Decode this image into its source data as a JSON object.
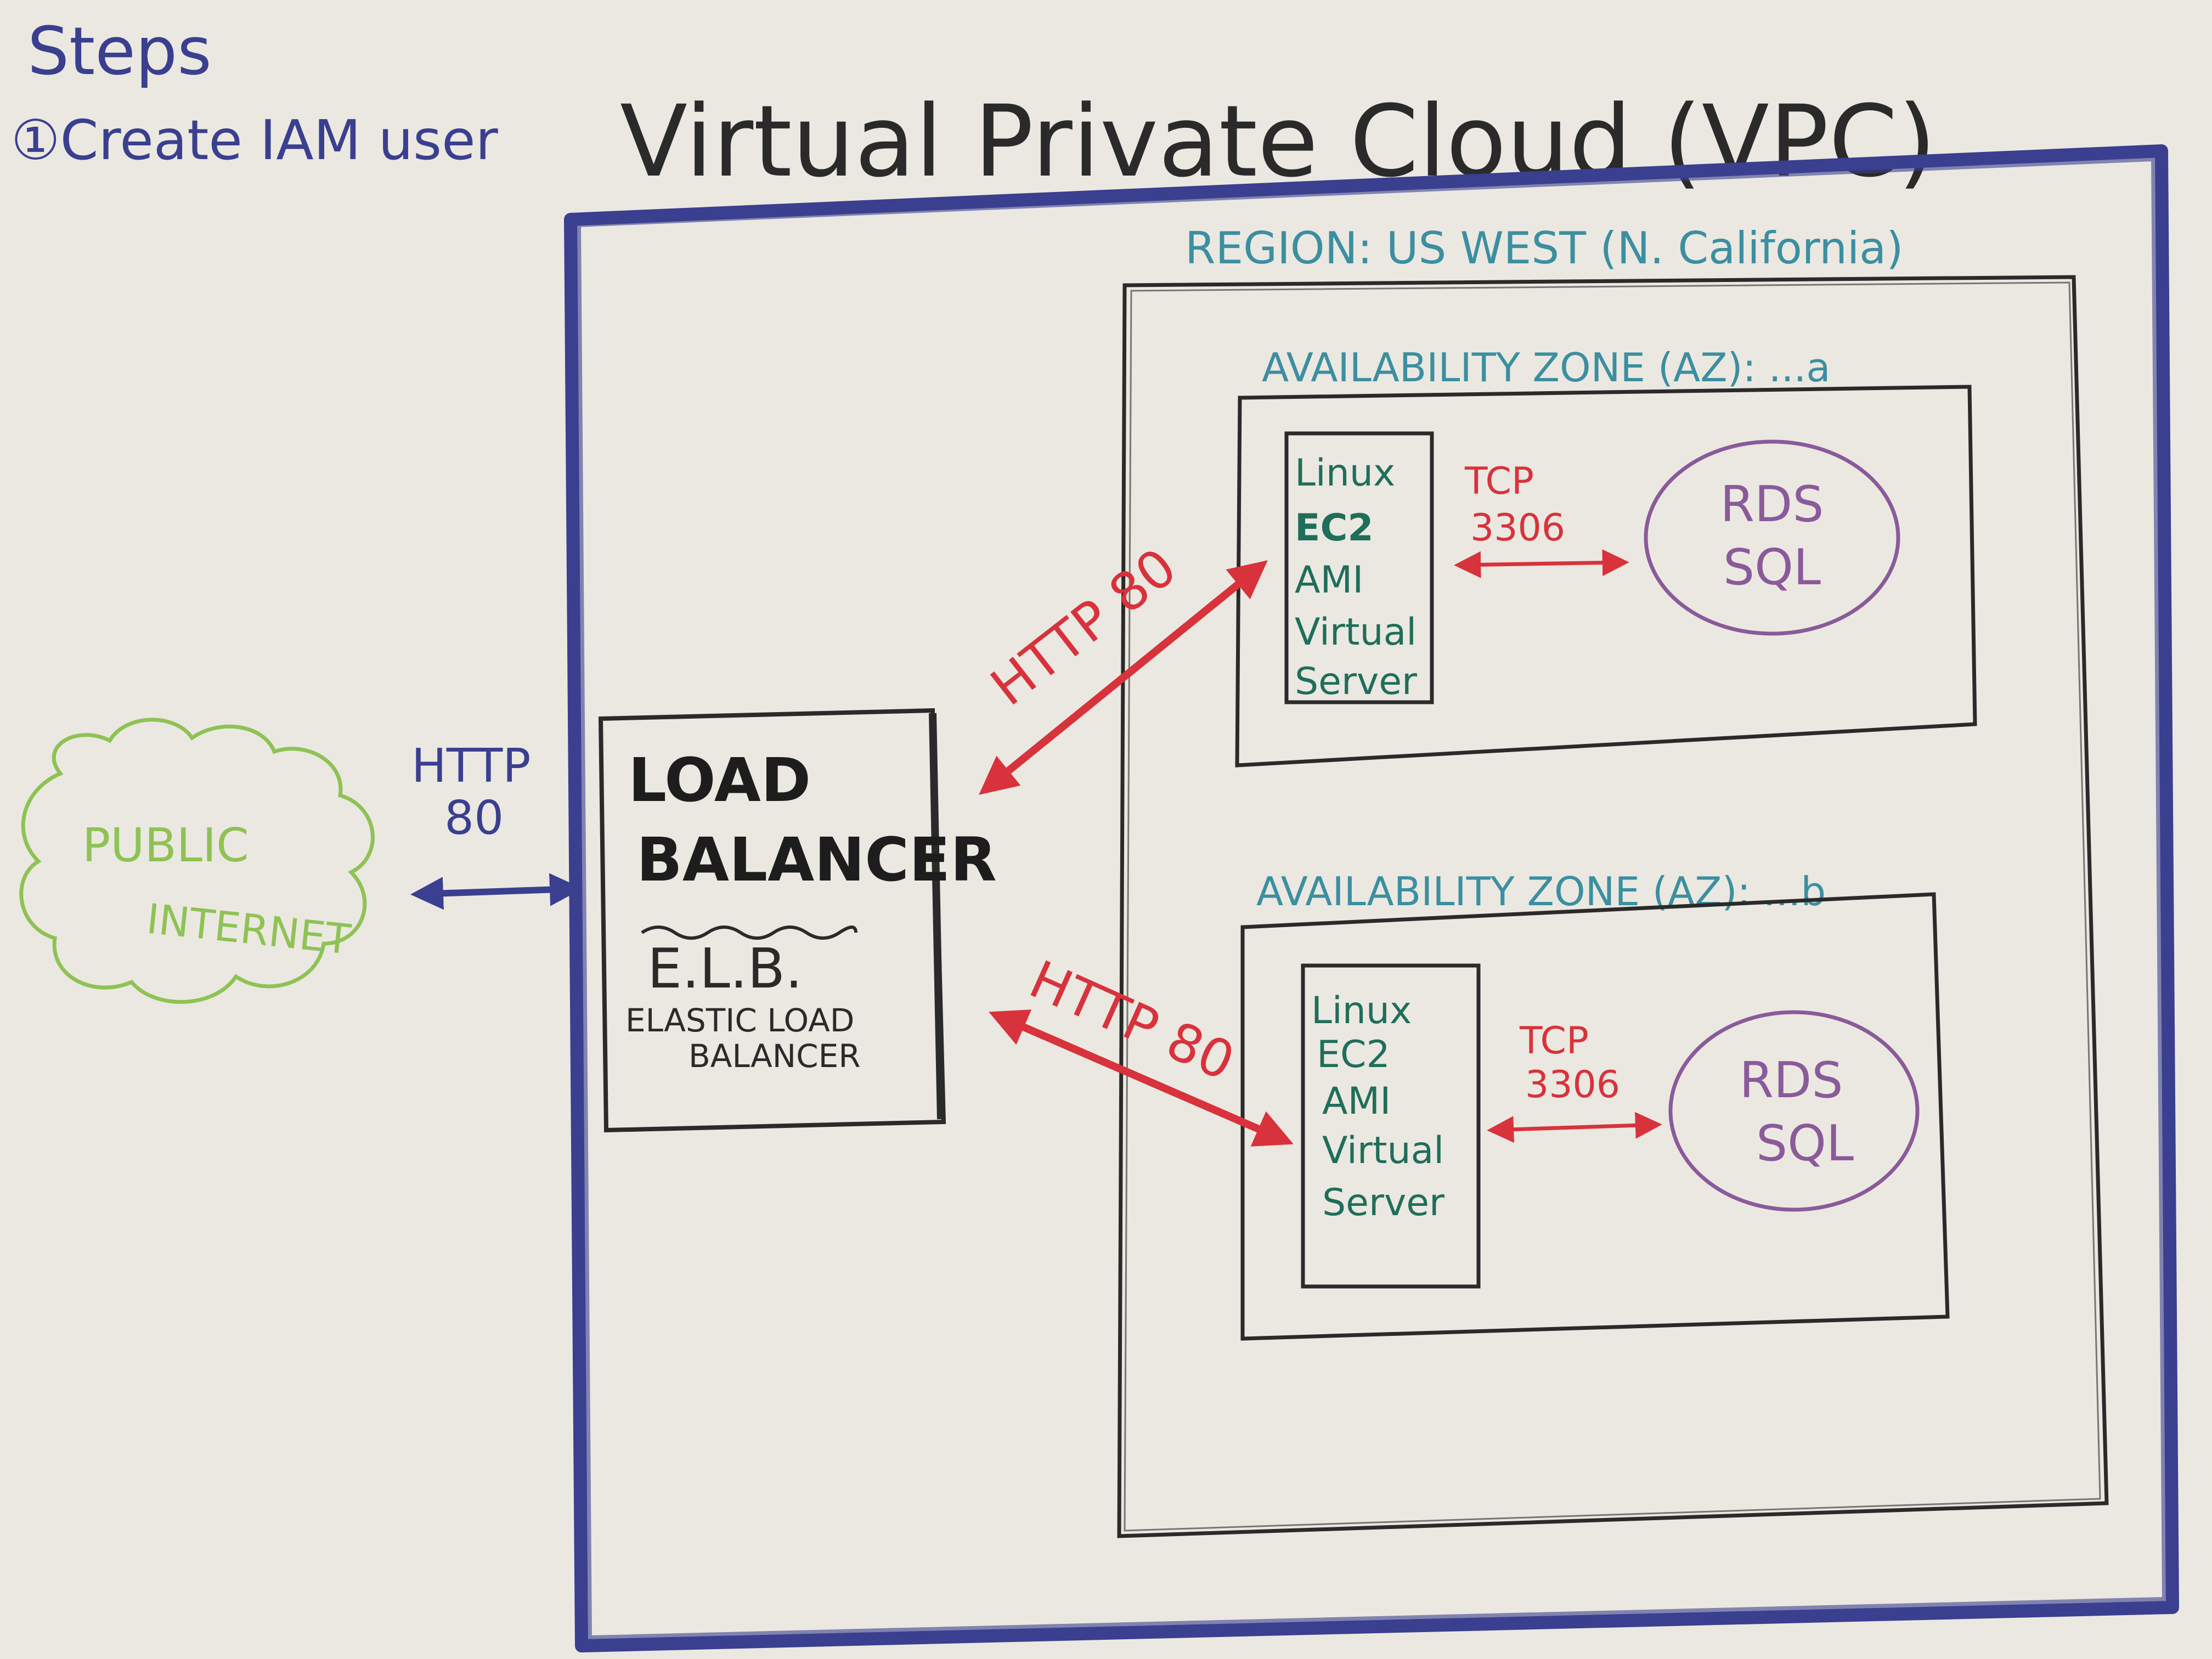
{
  "steps": {
    "heading": "Steps",
    "step1": "①Create IAM user"
  },
  "vpc": {
    "title": "Virtual Private Cloud (VPC)",
    "color": "#3a3f8f"
  },
  "region": {
    "label": "REGION: US WEST (N. California)",
    "color": "#3b8fa0"
  },
  "zones": [
    {
      "label": "AVAILABILITY ZONE (AZ): ...a",
      "server": [
        "Linux",
        "EC2",
        "AMI",
        "Virtual",
        "Server"
      ],
      "link_label": [
        "TCP",
        "3306"
      ],
      "database": [
        "RDS",
        "SQL"
      ]
    },
    {
      "label": "AVAILABILITY ZONE (AZ): ...b",
      "server": [
        "Linux",
        "EC2",
        "AMI",
        "Virtual",
        "Server"
      ],
      "link_label": [
        "TCP",
        "3306"
      ],
      "database": [
        "RDS",
        "SQL"
      ]
    }
  ],
  "load_balancer": {
    "title_line1": "LOAD",
    "title_line2": "BALANCER",
    "abbr": "E.L.B.",
    "full_line1": "ELASTIC LOAD",
    "full_line2": "BALANCER"
  },
  "internet": {
    "line1": "PUBLIC",
    "line2": "INTERNET",
    "color": "#8fc255"
  },
  "connections": {
    "internet_to_lb": [
      "HTTP",
      "80"
    ],
    "lb_to_az_a": "HTTP 80",
    "lb_to_az_b": "HTTP 80"
  },
  "colors": {
    "paper": "#ebe8e1",
    "ink_black": "#2a2a2a",
    "ink_red": "#d8323c",
    "ink_green": "#1f6e5a",
    "ink_purple": "#8a5a9a",
    "ink_teal": "#3b8fa0"
  }
}
